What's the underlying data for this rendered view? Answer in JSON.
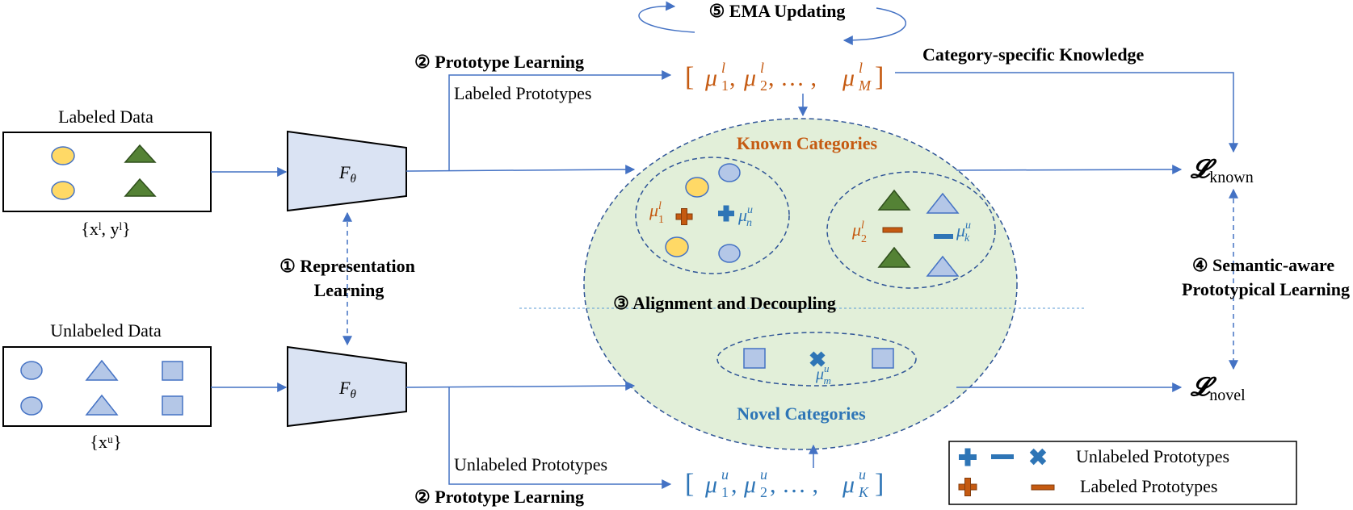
{
  "labels": {
    "labeled_data": "Labeled Data",
    "unlabeled_data": "Unlabeled Data",
    "labeled_set": "{xˡ, yˡ}",
    "unlabeled_set": "{xᵘ}",
    "encoder": "F",
    "encoder_sub": "θ",
    "step1_line1": "① Representation",
    "step1_line2": "Learning",
    "step2_top": "② Prototype Learning",
    "step2_bottom": "② Prototype Learning",
    "labeled_prototypes": "Labeled Prototypes",
    "unlabeled_prototypes": "Unlabeled Prototypes",
    "step3": "③ Alignment and Decoupling",
    "step4_line1": "④ Semantic-aware",
    "step4_line2": "Prototypical Learning",
    "step5": "⑤ EMA Updating",
    "category_knowledge": "Category-specific Knowledge",
    "known_categories": "Known Categories",
    "novel_categories": "Novel Categories",
    "loss_known_main": "𝓛",
    "loss_known_sub": "known",
    "loss_novel_main": "𝓛",
    "loss_novel_sub": "novel",
    "proto_set_labeled": "[ μ₁ˡ, μ₂ˡ, … , μ_Mˡ ]",
    "proto_set_unlabeled": "[ μ₁ᵘ, μ₂ᵘ, … , μ_Kᵘ ]",
    "mu1_l": "μ₁ˡ",
    "mun_u": "μₙᵘ",
    "mu2_l": "μ₂ˡ",
    "muk_u": "μₖᵘ",
    "mum_u": "μₘᵘ"
  },
  "legend": {
    "unlabeled": "Unlabeled Prototypes",
    "labeled": "Labeled Prototypes"
  },
  "colors": {
    "yellow": "#ffd966",
    "green": "#548235",
    "lightblue": "#b4c7e7",
    "orange": "#c55a11",
    "blue": "#2e75b6",
    "ellipse": "#e2efd9"
  }
}
